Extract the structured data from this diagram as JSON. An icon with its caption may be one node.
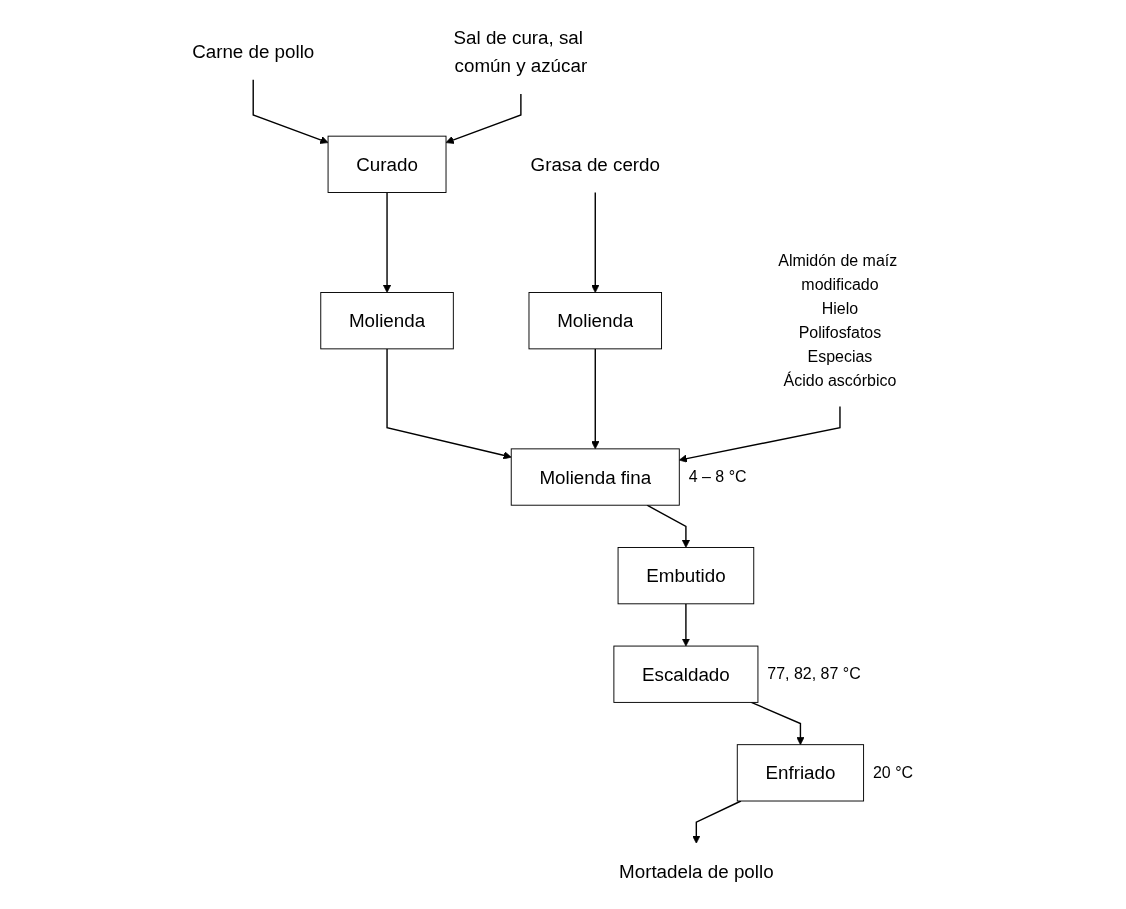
{
  "diagram": {
    "nodes": [
      {
        "text": [
          "Carne de pollo"
        ]
      },
      {
        "text": [
          "Sal de cura, sal común y azúcar"
        ]
      },
      {
        "text": [
          "Curado"
        ]
      },
      {
        "text": [
          "Molienda"
        ]
      },
      {
        "text": [
          "Grasa de cerdo"
        ]
      },
      {
        "text": [
          "Molienda"
        ]
      },
      {
        "text": [
          "Almidón de maíz modificado",
          "Hielo",
          "Polifosfatos",
          "Especias",
          "Ácido ascórbico"
        ]
      },
      {
        "text": [
          "Molienda fina"
        ],
        "beside": [
          "4 – 8 °C"
        ]
      },
      {
        "text": [
          "Embutido"
        ]
      },
      {
        "text": [
          "Escaldado"
        ],
        "beside": [
          "77, 82, 87 °C"
        ]
      },
      {
        "text": [
          "Enfriado"
        ],
        "beside": [
          "20 °C"
        ]
      },
      {
        "text": [
          "Mortadela de pollo"
        ]
      }
    ],
    "edges": [
      {
        "from": 0,
        "to": 2,
        "arrow": "to"
      },
      {
        "from": 1,
        "to": 2,
        "arrow": "to"
      },
      {
        "from": 2,
        "to": 3,
        "arrow": "to"
      },
      {
        "from": 4,
        "to": 5,
        "arrow": "to"
      },
      {
        "from": 3,
        "to": 7,
        "arrow": "to"
      },
      {
        "from": 5,
        "to": 7,
        "arrow": "to"
      },
      {
        "from": 6,
        "to": 7,
        "arrow": "to"
      },
      {
        "from": 7,
        "to": 8,
        "arrow": "to"
      },
      {
        "from": 8,
        "to": 9,
        "arrow": "to"
      },
      {
        "from": 9,
        "to": 10,
        "arrow": "to"
      },
      {
        "from": 10,
        "to": 11,
        "arrow": "to"
      }
    ]
  }
}
